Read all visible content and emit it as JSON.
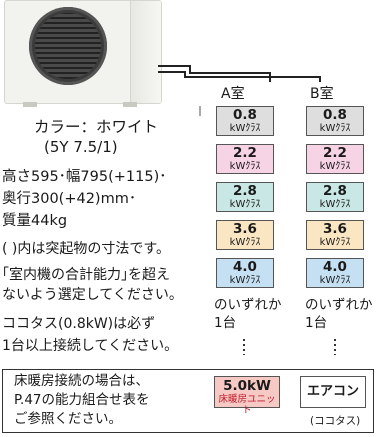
{
  "color_line": "カラー：ホワイト",
  "munsell": "(5Y 7.5/1)",
  "dims_line1": "高さ595･幅795(+115)･",
  "dims_line2": "奥行300(+42)mm･",
  "mass": "質量44kg",
  "paren_note": "( )内は突起物の寸法です。",
  "select_note_1": "｢室内機の合計能力｣を超え",
  "select_note_2": "ないよう選定してください。",
  "cocotas_note_1": "ココタス(0.8kW)は必ず",
  "cocotas_note_2": "1台以上接続してください。",
  "rooms": [
    {
      "label": "A室",
      "capacities": [
        {
          "kw": "0.8",
          "class": "kWｸﾗｽ"
        },
        {
          "kw": "2.2",
          "class": "kWｸﾗｽ"
        },
        {
          "kw": "2.8",
          "class": "kWｸﾗｽ"
        },
        {
          "kw": "3.6",
          "class": "kWｸﾗｽ"
        },
        {
          "kw": "4.0",
          "class": "kWｸﾗｽ"
        }
      ],
      "either_1": "のいずれか",
      "either_2": "1台"
    },
    {
      "label": "B室",
      "capacities": [
        {
          "kw": "0.8",
          "class": "kWｸﾗｽ"
        },
        {
          "kw": "2.2",
          "class": "kWｸﾗｽ"
        },
        {
          "kw": "2.8",
          "class": "kWｸﾗｽ"
        },
        {
          "kw": "3.6",
          "class": "kWｸﾗｽ"
        },
        {
          "kw": "4.0",
          "class": "kWｸﾗｽ"
        }
      ],
      "either_1": "のいずれか",
      "either_2": "1台"
    }
  ],
  "floor_note_1": "床暖房接続の場合は、",
  "floor_note_2": "P.47の能力組合せ表を",
  "floor_note_3": "ご参照ください。",
  "floor_unit_kw": "5.0kW",
  "floor_unit_sub": "床暖房ユニット",
  "aircon_label": "エアコン",
  "aircon_sub": "(ココタス)",
  "colors": {
    "gray": "#dedede",
    "pink": "#f7d3e6",
    "teal": "#c9e8e5",
    "yellow": "#fbe6c3",
    "blue": "#c5e0f3",
    "floor": "#f6c9c4",
    "floor_text": "#c0182a"
  }
}
